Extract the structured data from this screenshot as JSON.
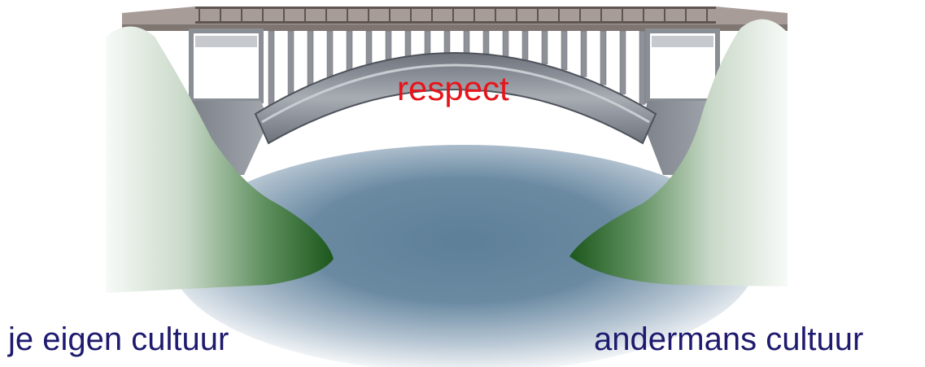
{
  "labels": {
    "bridge": "respect",
    "left_bank": "je eigen cultuur",
    "right_bank": "andermans cultuur"
  },
  "colors": {
    "bridge_label": "#e8141b",
    "bank_label": "#1e1a6e",
    "bridge_steel": "#8e9198",
    "bridge_dark": "#555a63",
    "deck": "#a79c98",
    "water": "#5e7f98",
    "hill_dark": "#1f5a1f",
    "hill_light": "#f3f7f3"
  }
}
